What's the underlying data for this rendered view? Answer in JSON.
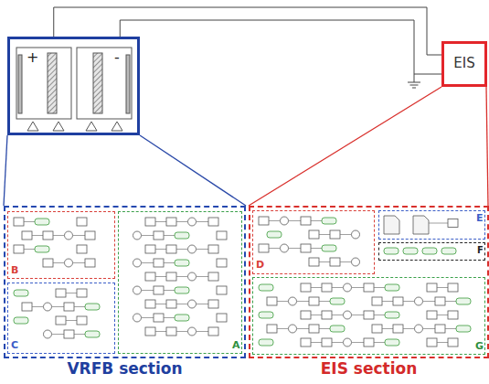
{
  "diagram": {
    "nodes": [
      {
        "text": [
          "+",
          "-"
        ]
      },
      {
        "text": [
          "EIS"
        ]
      },
      {
        "text": [
          "VRFB section"
        ]
      },
      {
        "text": [
          "B"
        ],
        "in": 2
      },
      {
        "text": [
          "C"
        ],
        "in": 2
      },
      {
        "text": [
          "A"
        ],
        "in": 2
      },
      {
        "text": [
          "EIS section"
        ]
      },
      {
        "text": [
          "D"
        ],
        "in": 6
      },
      {
        "text": [
          "E"
        ],
        "in": 6
      },
      {
        "text": [
          "F"
        ],
        "in": 6
      },
      {
        "text": [
          "G"
        ],
        "in": 6
      }
    ],
    "edges": [
      {
        "from": 0,
        "to": 1,
        "arrow": "none"
      },
      {
        "from": 0,
        "to": 1,
        "arrow": "none"
      },
      {
        "from": 0,
        "to": 2,
        "arrow": "none"
      },
      {
        "from": 0,
        "to": 2,
        "arrow": "none"
      },
      {
        "from": 1,
        "to": 6,
        "arrow": "none"
      },
      {
        "from": 1,
        "to": 6,
        "arrow": "none"
      }
    ]
  }
}
